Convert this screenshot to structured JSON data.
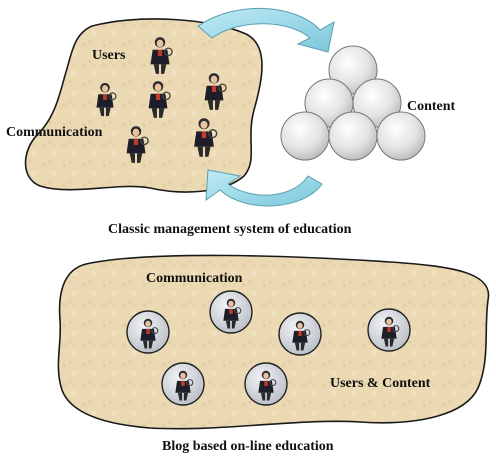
{
  "labels": {
    "users": "Users",
    "communication_top": "Communication",
    "content": "Content",
    "classic_caption": "Classic management system of education",
    "communication_bottom": "Communication",
    "users_content": "Users & Content",
    "blog_caption": "Blog based on-line education"
  },
  "colors": {
    "blob_fill": "#e9d7b0",
    "blob_stroke": "#1a1a1a",
    "arrow_fill": "#8fd4e6",
    "arrow_stroke": "#5a9fb4",
    "ball_fill": "#e6e6e6",
    "bubble_fill": "#d2d6dc"
  },
  "icons": {
    "person": "person-figure-icon",
    "arrow": "curved-arrow-icon",
    "content_ball": "content-ball-icon"
  }
}
